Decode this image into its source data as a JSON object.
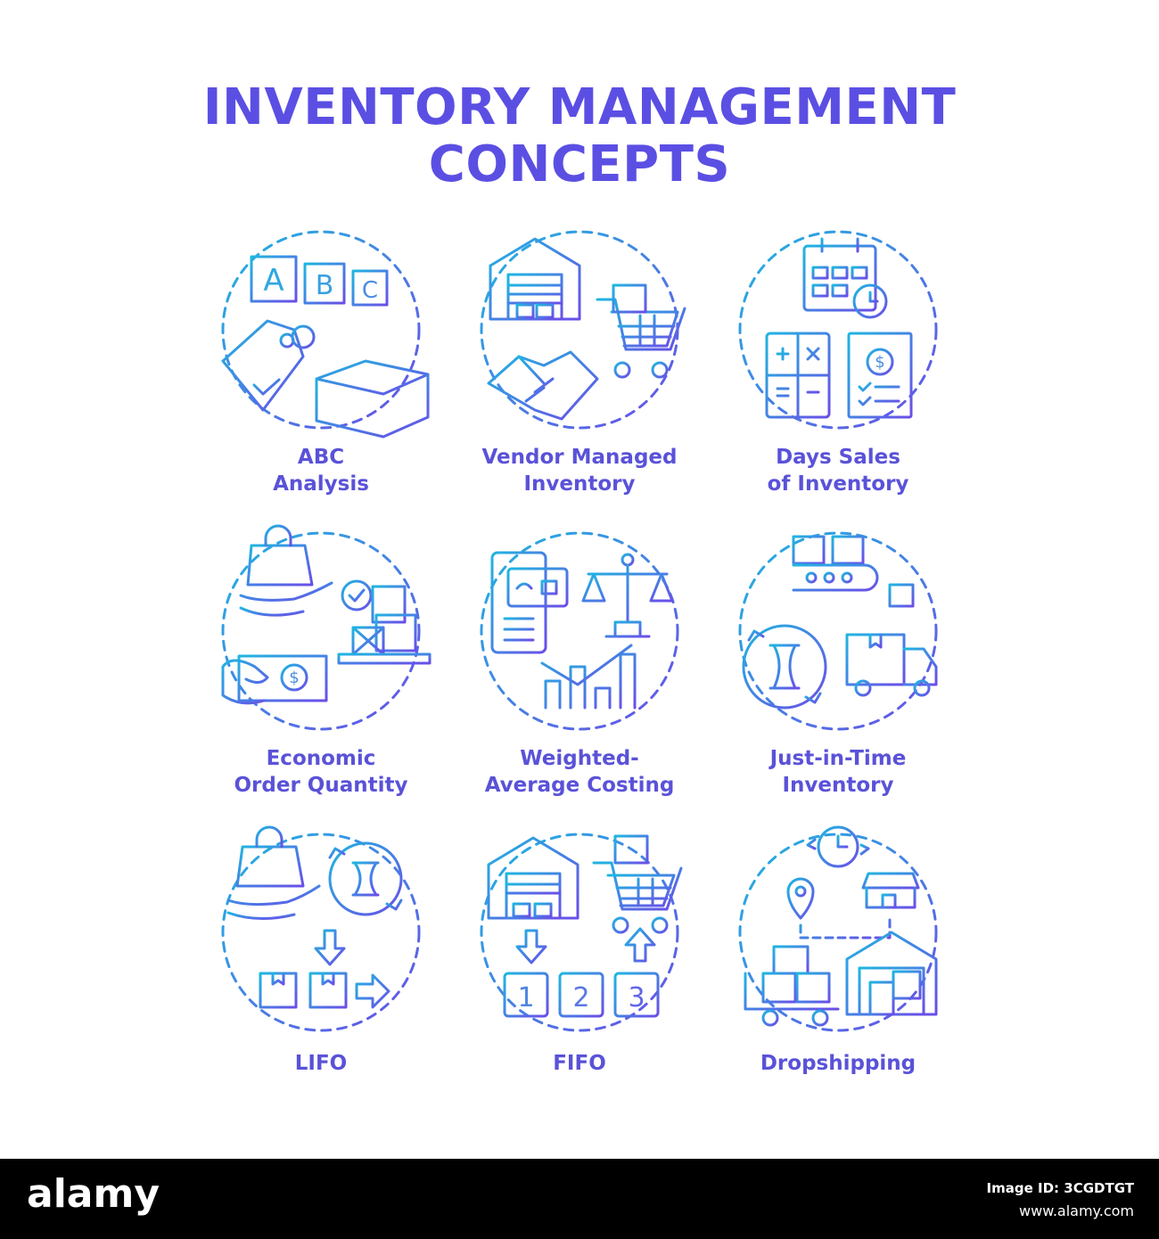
{
  "title": {
    "line1": "INVENTORY MANAGEMENT",
    "line2": "CONCEPTS"
  },
  "concepts": [
    {
      "line1": "ABC",
      "line2": "Analysis",
      "icon": "abc-analysis-icon"
    },
    {
      "line1": "Vendor Managed",
      "line2": "Inventory",
      "icon": "vendor-managed-inventory-icon"
    },
    {
      "line1": "Days Sales",
      "line2": "of Inventory",
      "icon": "days-sales-icon"
    },
    {
      "line1": "Economic",
      "line2": "Order Quantity",
      "icon": "economic-order-quantity-icon"
    },
    {
      "line1": "Weighted-",
      "line2": "Average Costing",
      "icon": "weighted-average-costing-icon"
    },
    {
      "line1": "Just-in-Time",
      "line2": "Inventory",
      "icon": "just-in-time-icon"
    },
    {
      "line1": "LIFO",
      "line2": "",
      "icon": "lifo-icon"
    },
    {
      "line1": "FIFO",
      "line2": "",
      "icon": "fifo-icon"
    },
    {
      "line1": "Dropshipping",
      "line2": "",
      "icon": "dropshipping-icon"
    }
  ],
  "icon_text": {
    "letter_a": "A",
    "letter_b": "B",
    "letter_c": "C",
    "dollar": "$",
    "num1": "1",
    "num2": "2",
    "num3": "3"
  },
  "colors": {
    "title": "#5b4fe3",
    "label": "#5a52d8",
    "gradient_start": "#1fb6e0",
    "gradient_end": "#6a4ee8"
  },
  "footer": {
    "brand": "alamy",
    "image_id": "Image ID: 3CGDTGT",
    "url": "www.alamy.com"
  }
}
